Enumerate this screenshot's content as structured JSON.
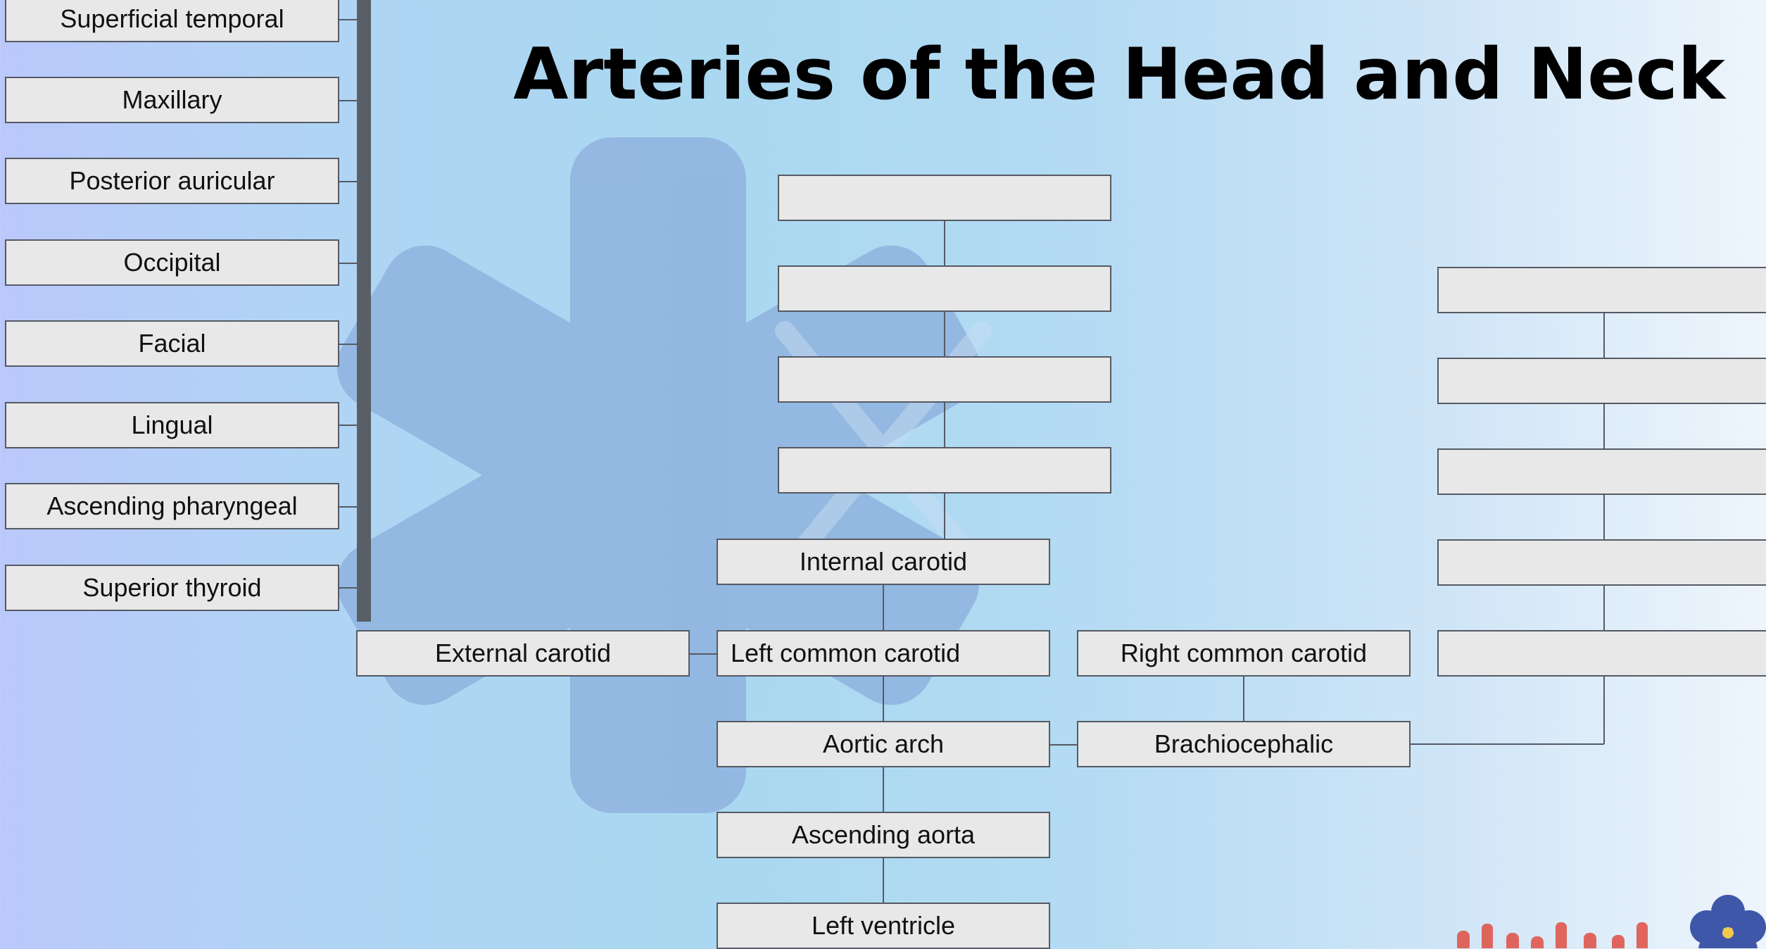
{
  "title": "Arteries of the Head and Neck",
  "external_branches": [
    "Superficial temporal",
    "Maxillary",
    "Posterior auricular",
    "Occipital",
    "Facial",
    "Lingual",
    "Ascending pharyngeal",
    "Superior thyroid"
  ],
  "center_chain": {
    "internal_carotid": "Internal carotid",
    "external_carotid": "External carotid",
    "left_common_carotid": "Left common carotid",
    "right_common_carotid": "Right common carotid",
    "aortic_arch": "Aortic arch",
    "brachiocephalic": "Brachiocephalic",
    "ascending_aorta": "Ascending aorta",
    "left_ventricle": "Left ventricle"
  },
  "internal_blank_boxes": [
    "",
    "",
    "",
    ""
  ],
  "right_blank_boxes": [
    "",
    "",
    "",
    "",
    ""
  ],
  "colors": {
    "box_fill": "#e8e8e8",
    "box_border": "#555a63",
    "connector": "#555a63",
    "bar": "#5a5e66",
    "logo_watermark": "#8fb3df",
    "brand_flower": "#3f57a8",
    "brand_text": "#e0574e"
  },
  "icons": [
    "star-of-life-watermark-icon",
    "brand-flower-icon"
  ]
}
